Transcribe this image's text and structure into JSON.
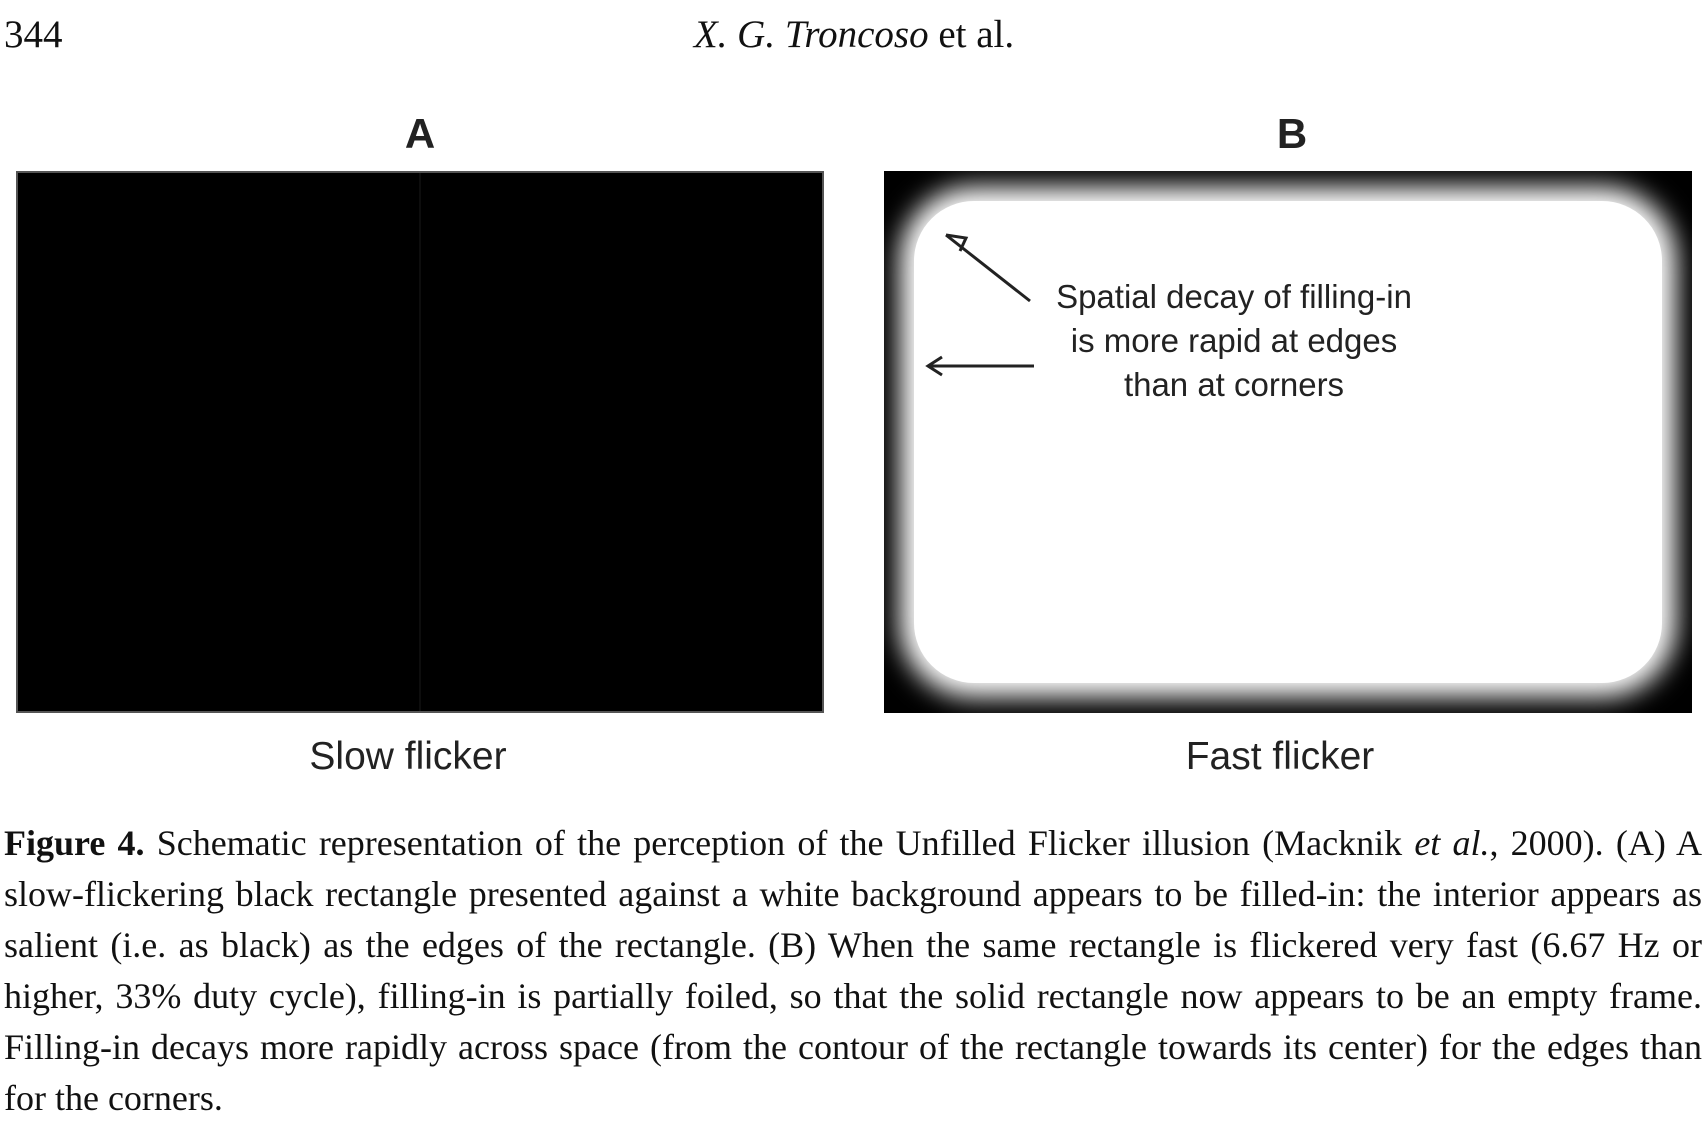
{
  "header": {
    "page_number": "344",
    "author_italic": "X. G. Troncoso",
    "author_suffix": " et al."
  },
  "figure": {
    "panel_a": {
      "letter": "A",
      "label": "Slow flicker"
    },
    "panel_b": {
      "letter": "B",
      "label": "Fast flicker",
      "annotation": "Spatial decay of filling-in\nis more rapid at edges\nthan at corners"
    }
  },
  "caption": {
    "lead": "Figure 4.",
    "part1": " Schematic representation of the perception of the Unfilled Flicker illusion (Macknik ",
    "et_al": "et al.",
    "part2": ", 2000). (A) A slow-flickering black rectangle presented against a white background appears to be filled-in: the interior appears as salient (i.e. as black) as the edges of the rectangle. (B) When the same rectangle is flickered very fast (6.67 Hz or higher, 33% duty cycle), filling-in is partially foiled, so that the solid rectangle now appears to be an empty frame. Filling-in decays more rapidly across space (from the contour of the rectangle towards its center) for the edges than for the corners."
  },
  "colors": {
    "panel_black": "#000000",
    "panel_white": "#ffffff",
    "text": "#111111"
  }
}
